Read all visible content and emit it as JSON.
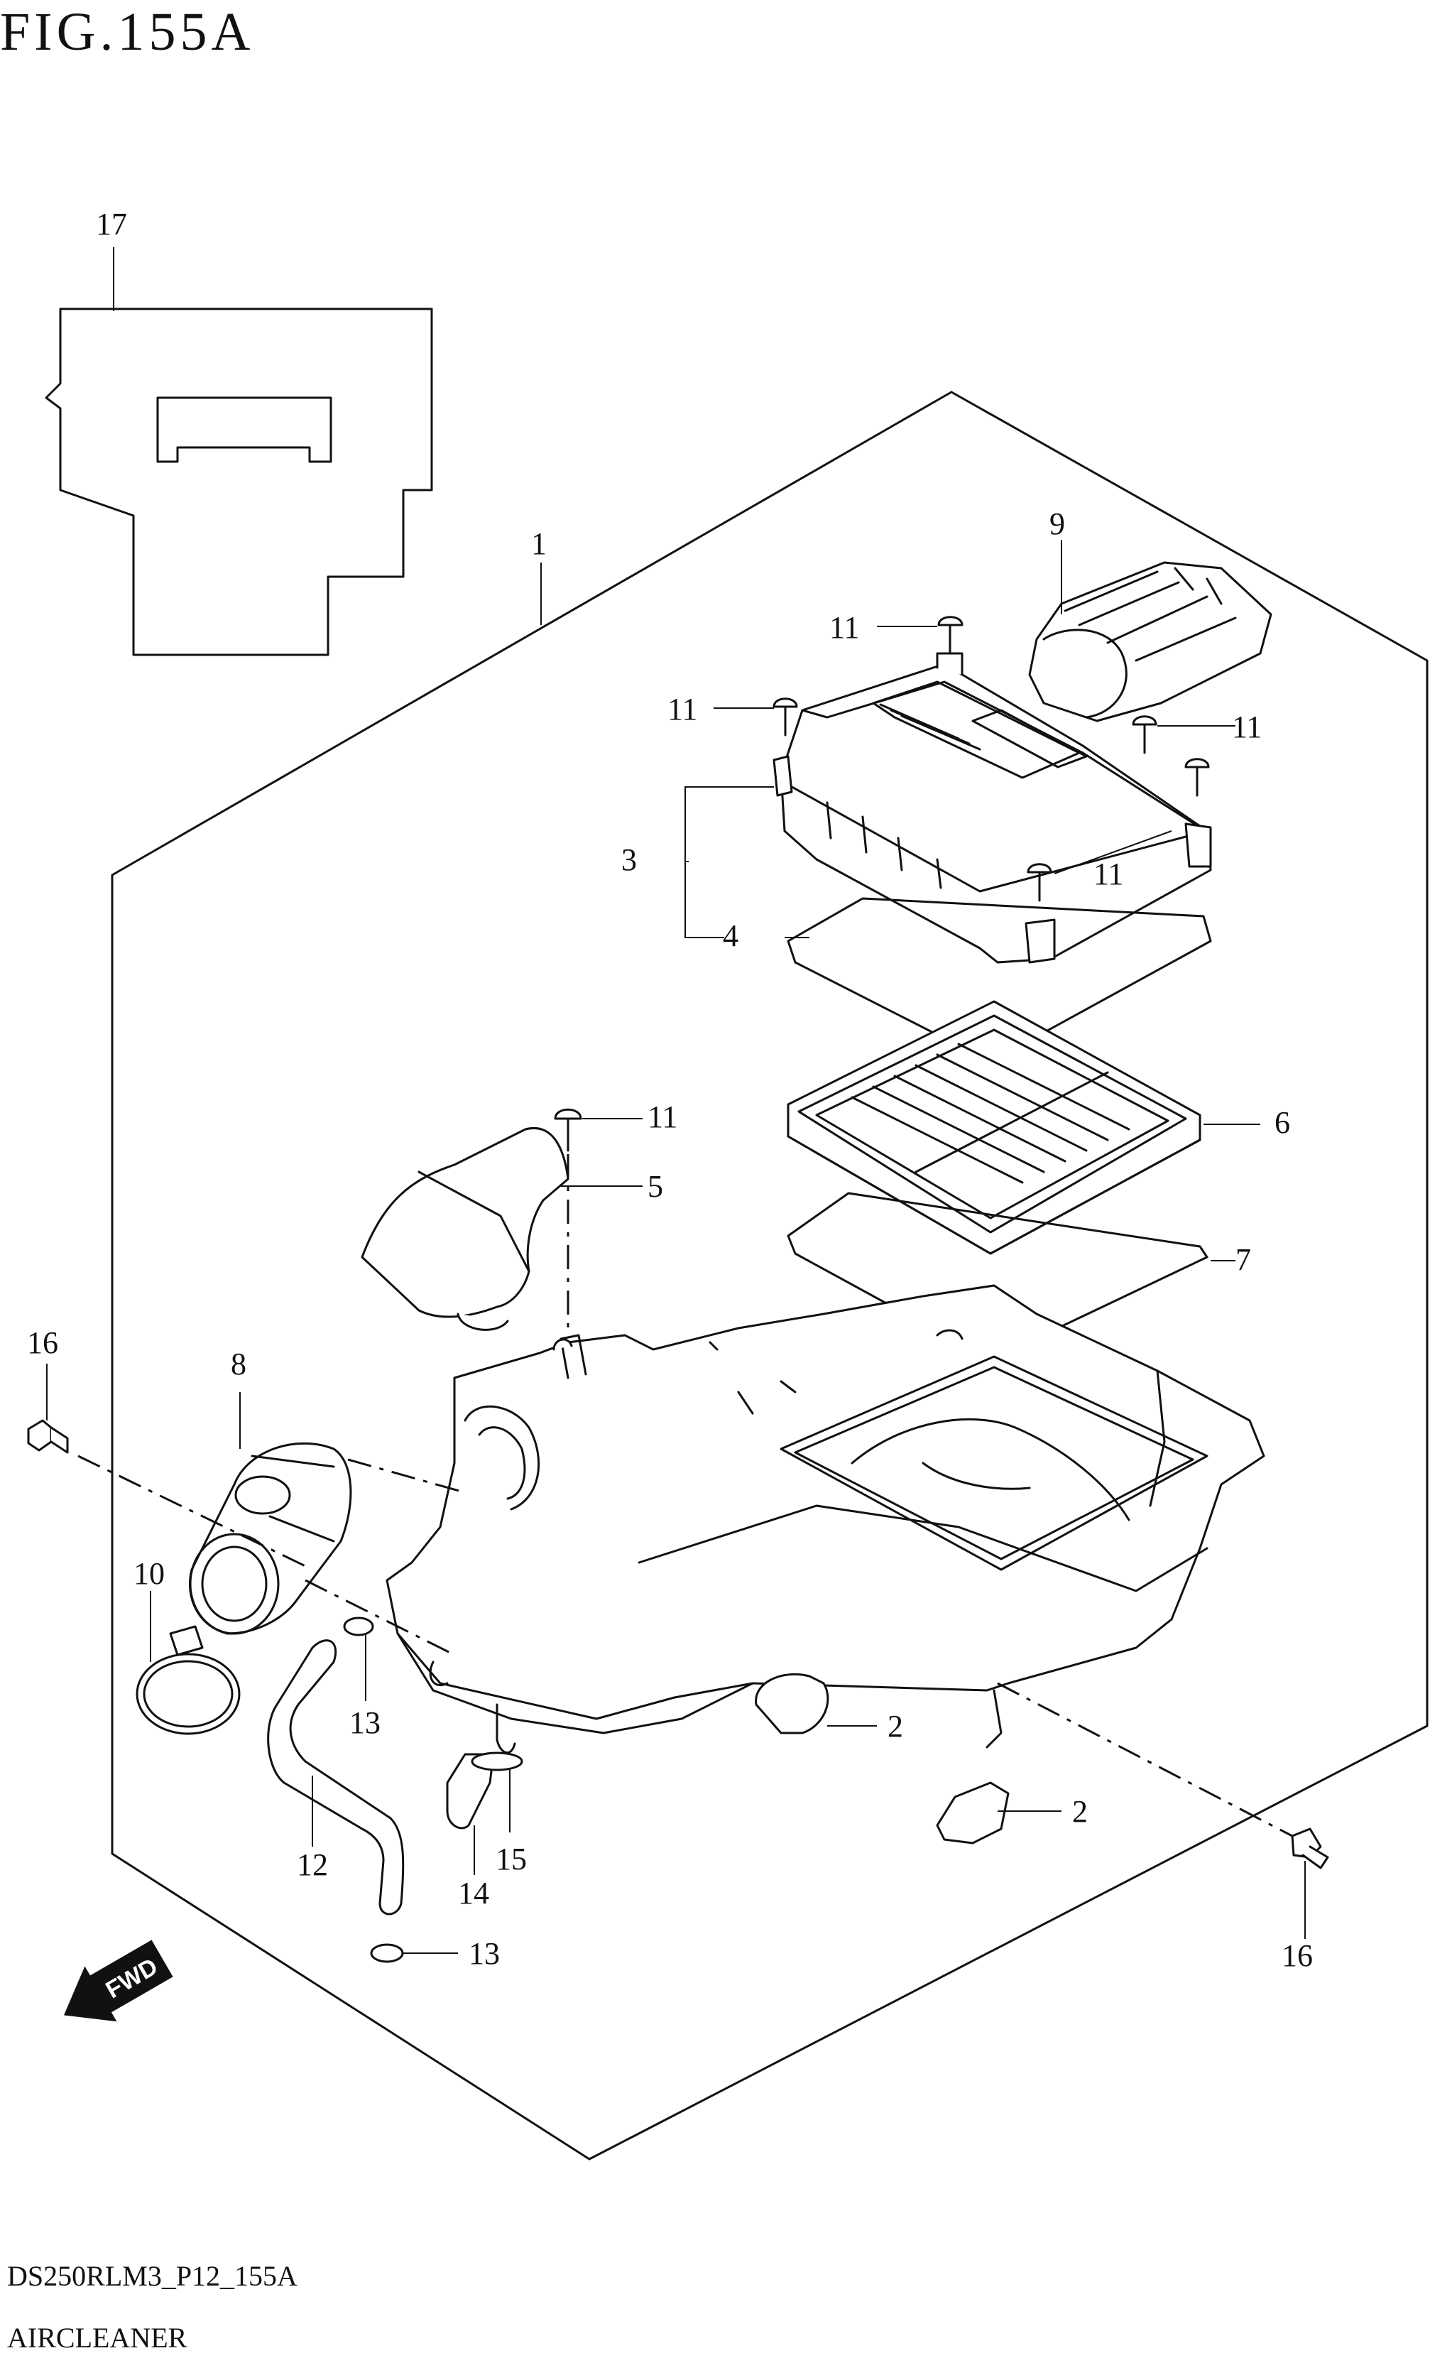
{
  "figure": {
    "title": "FIG.155A",
    "drawing_code": "DS250RLM3_P12_155A",
    "caption": "AIRCLEANER",
    "direction_label": "FWD"
  },
  "callouts": {
    "c1": "1",
    "c2a": "2",
    "c2b": "2",
    "c3": "3",
    "c4": "4",
    "c5": "5",
    "c6": "6",
    "c7": "7",
    "c8": "8",
    "c9": "9",
    "c10": "10",
    "c11a": "11",
    "c11b": "11",
    "c11c": "11",
    "c11d": "11",
    "c11e": "11",
    "c12": "12",
    "c13a": "13",
    "c13b": "13",
    "c14": "14",
    "c15": "15",
    "c16a": "16",
    "c16b": "16",
    "c17": "17"
  }
}
